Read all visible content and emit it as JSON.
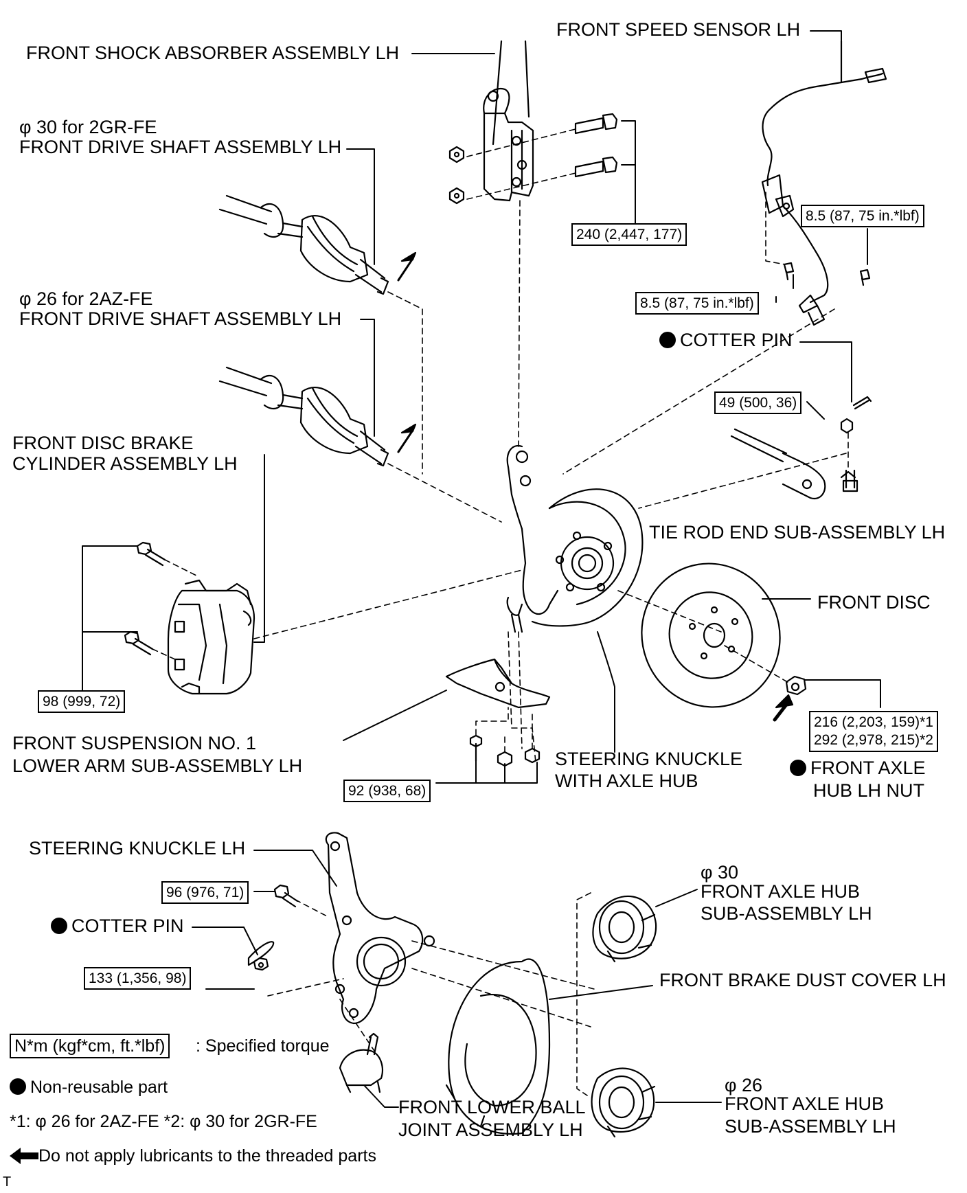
{
  "labels": {
    "shock_absorber": "FRONT SHOCK ABSORBER ASSEMBLY LH",
    "speed_sensor": "FRONT SPEED SENSOR LH",
    "drive_shaft_30_l1": "φ 30 for 2GR-FE",
    "drive_shaft_30_l2": "FRONT DRIVE SHAFT ASSEMBLY LH",
    "drive_shaft_26_l1": "φ 26 for 2AZ-FE",
    "drive_shaft_26_l2": "FRONT DRIVE SHAFT ASSEMBLY LH",
    "cotter_pin_top": "COTTER PIN",
    "brake_cyl_l1": "FRONT DISC BRAKE",
    "brake_cyl_l2": "CYLINDER ASSEMBLY LH",
    "tie_rod": "TIE ROD END SUB-ASSEMBLY LH",
    "front_disc": "FRONT DISC",
    "lower_arm_l1": "FRONT SUSPENSION NO. 1",
    "lower_arm_l2": "LOWER ARM SUB-ASSEMBLY LH",
    "knuckle_hub_l1": "STEERING KNUCKLE",
    "knuckle_hub_l2": "WITH AXLE HUB",
    "axle_nut_l1": "FRONT AXLE",
    "axle_nut_l2": "HUB LH NUT",
    "steering_knuckle": "STEERING KNUCKLE LH",
    "cotter_pin_bottom": "COTTER PIN",
    "hub30_l1": "φ 30",
    "hub30_l2": "FRONT AXLE HUB",
    "hub30_l3": "SUB-ASSEMBLY LH",
    "dust_cover": "FRONT BRAKE DUST COVER LH",
    "ball_joint_l1": "FRONT LOWER BALL",
    "ball_joint_l2": "JOINT ASSEMBLY LH",
    "hub26_l1": "φ 26",
    "hub26_l2": "FRONT AXLE HUB",
    "hub26_l3": "SUB-ASSEMBLY LH"
  },
  "torques": {
    "shock_bolts": "240 (2,447, 177)",
    "sensor_upper": "8.5 (87, 75 in.*lbf)",
    "sensor_lower": "8.5 (87, 75 in.*lbf)",
    "tie_rod_nut": "49 (500, 36)",
    "caliper_bolts": "98 (999, 72)",
    "lower_arm_bolts": "92 (938, 68)",
    "axle_nut_1": "216 (2,203, 159)*1",
    "axle_nut_2": "292 (2,978, 215)*2",
    "knuckle_bolt": "96 (976, 71)",
    "ball_joint_nut": "133 (1,356, 98)"
  },
  "legend": {
    "torque_unit": "N*m (kgf*cm, ft.*lbf)",
    "torque_desc": ": Specified torque",
    "nonreusable": "Non-reusable part",
    "footnote": "*1: φ  26 for 2AZ-FE   *2: φ  30 for 2GR-FE",
    "arrow_note": "Do not apply lubricants to the threaded parts",
    "corner_mark": "T"
  },
  "icons": {
    "nonreusable": "filled-circle-icon",
    "no_lubricant": "left-arrow-icon"
  },
  "colors": {
    "ink": "#000000",
    "background": "#ffffff"
  }
}
